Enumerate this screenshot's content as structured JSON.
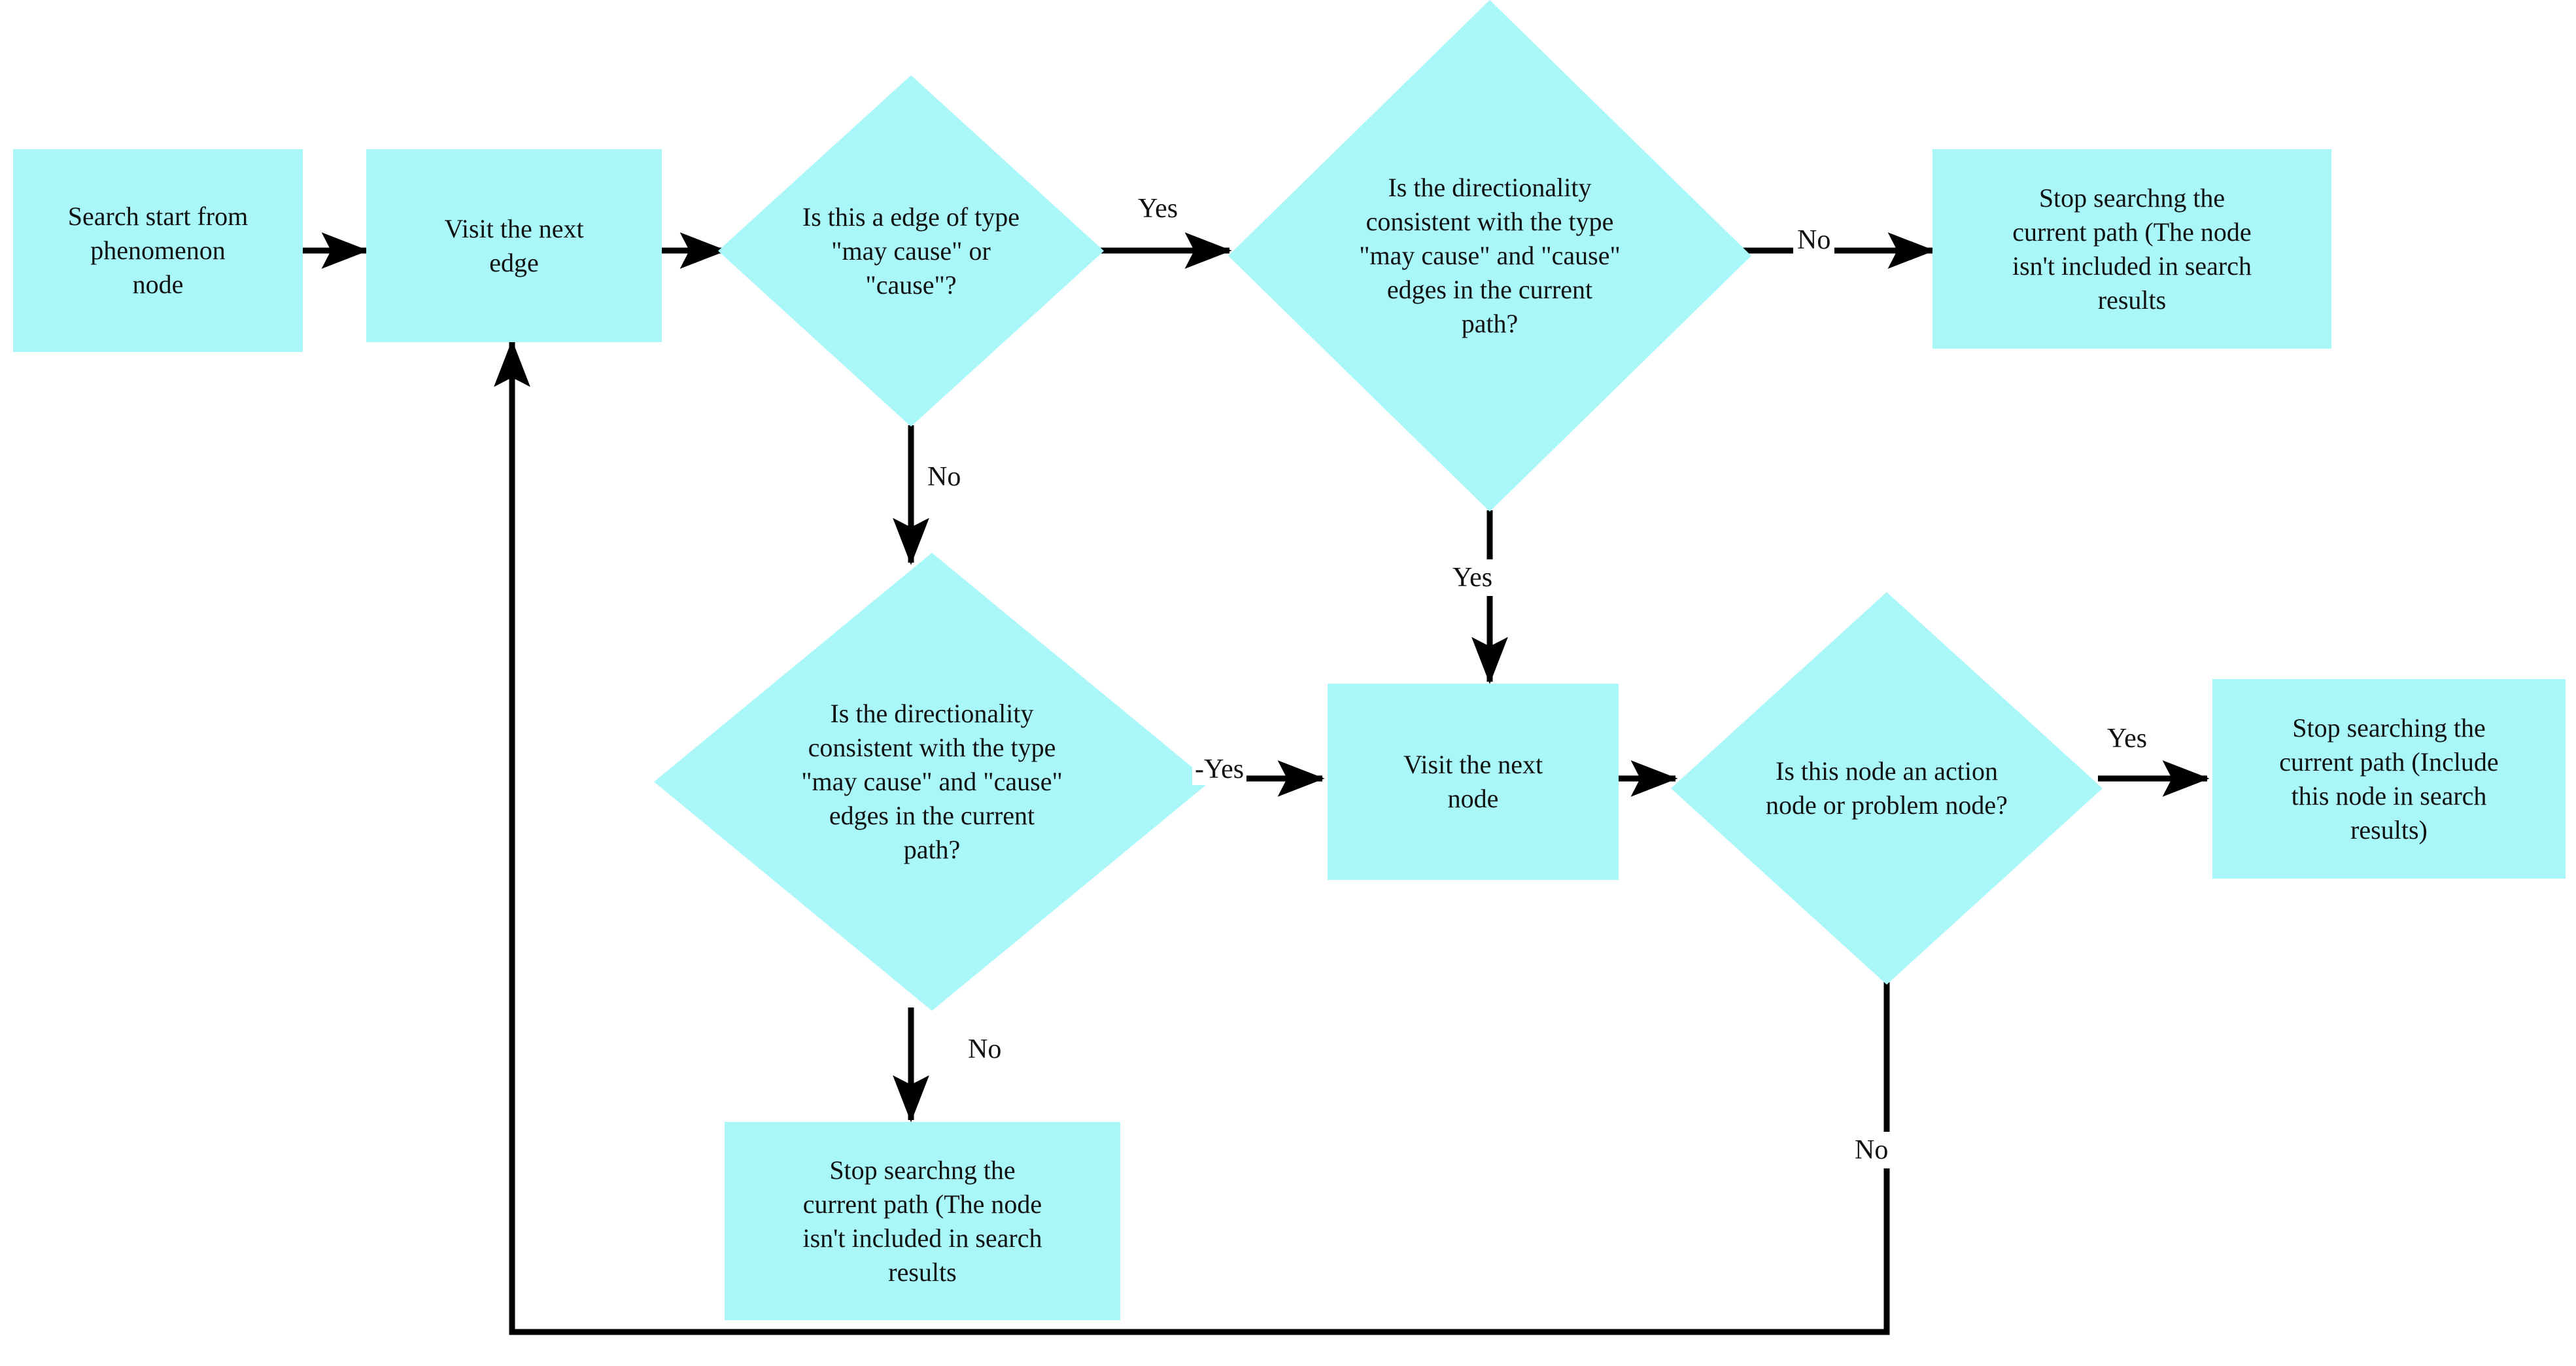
{
  "diagram": {
    "type": "flowchart",
    "title": "Search traversal flowchart",
    "background_color": "#ffffff",
    "node_fill_color": "#AAF7F9",
    "text_color": "#111111",
    "line_color": "#000000",
    "nodes": [
      {
        "id": "start",
        "shape": "rectangle",
        "label": "Search start from\nphenomenon\nnode"
      },
      {
        "id": "visit_edge",
        "shape": "rectangle",
        "label": "Visit the next\nedge"
      },
      {
        "id": "edge_type_q",
        "shape": "diamond",
        "label": "Is this a edge of type\n\"may cause\" or\n\"cause\"?"
      },
      {
        "id": "direction_q_top",
        "shape": "diamond",
        "label": "Is the directionality\nconsistent with the type\n\"may cause\" and \"cause\"\nedges in the current\npath?"
      },
      {
        "id": "stop_exclude_top",
        "shape": "rectangle",
        "label": "Stop searchng the\ncurrent path (The node\nisn't included in search\nresults"
      },
      {
        "id": "direction_q_bottom",
        "shape": "diamond",
        "label": "Is the directionality\nconsistent with the type\n\"may cause\" and \"cause\"\nedges in the current\npath?"
      },
      {
        "id": "visit_node",
        "shape": "rectangle",
        "label": "Visit the next\nnode"
      },
      {
        "id": "action_or_problem_q",
        "shape": "diamond",
        "label": "Is this  node an action\nnode or problem node?"
      },
      {
        "id": "stop_include",
        "shape": "rectangle",
        "label": "Stop searching the\ncurrent path (Include\nthis node in search\nresults)"
      },
      {
        "id": "stop_exclude_bottom",
        "shape": "rectangle",
        "label": "Stop searchng the\ncurrent path (The node\nisn't included in search\nresults"
      }
    ],
    "edges": [
      {
        "id": "e1",
        "from": "start",
        "to": "visit_edge",
        "label": ""
      },
      {
        "id": "e2",
        "from": "visit_edge",
        "to": "edge_type_q",
        "label": ""
      },
      {
        "id": "e3",
        "from": "edge_type_q",
        "to": "direction_q_top",
        "label": "Yes"
      },
      {
        "id": "e4",
        "from": "edge_type_q",
        "to": "direction_q_bottom",
        "label": "No"
      },
      {
        "id": "e5",
        "from": "direction_q_top",
        "to": "stop_exclude_top",
        "label": "No"
      },
      {
        "id": "e6",
        "from": "direction_q_top",
        "to": "visit_node",
        "label": "Yes"
      },
      {
        "id": "e7",
        "from": "direction_q_bottom",
        "to": "visit_node",
        "label": "-Yes"
      },
      {
        "id": "e8",
        "from": "direction_q_bottom",
        "to": "stop_exclude_bottom",
        "label": "No"
      },
      {
        "id": "e9",
        "from": "visit_node",
        "to": "action_or_problem_q",
        "label": ""
      },
      {
        "id": "e10",
        "from": "action_or_problem_q",
        "to": "stop_include",
        "label": "Yes"
      },
      {
        "id": "e11",
        "from": "action_or_problem_q",
        "to": "visit_edge",
        "label": "No"
      }
    ]
  }
}
